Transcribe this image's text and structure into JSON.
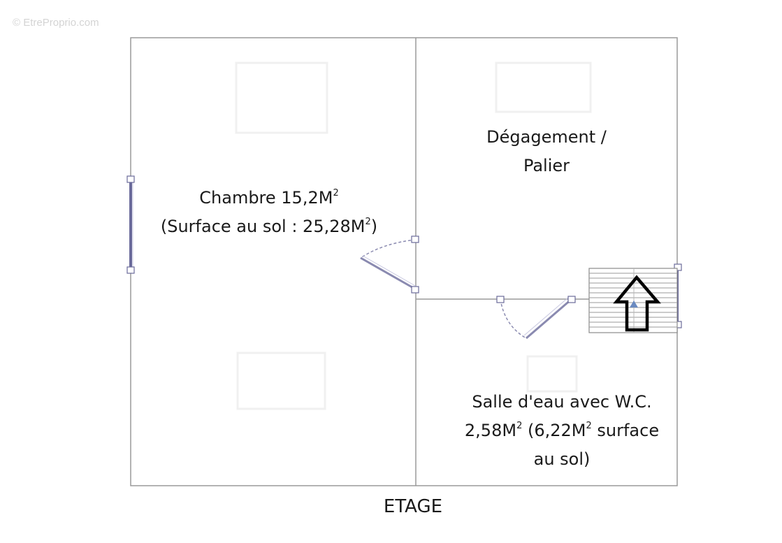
{
  "watermark": "© EtreProprio.com",
  "plan_title": "ETAGE",
  "rooms": {
    "chambre": {
      "line1": "Chambre 15,2M",
      "line1_sup": "2",
      "line2_prefix": "(Surface au sol : 25,28M",
      "line2_sup": "2",
      "line2_suffix": ")"
    },
    "degagement": {
      "line1": "Dégagement /",
      "line2": "Palier"
    },
    "salle_eau": {
      "line1": "Salle d'eau avec W.C.",
      "line2_a": "2,58M",
      "line2_a_sup": "2",
      "line2_b": " (6,22M",
      "line2_b_sup": "2",
      "line2_c": " surface",
      "line3": "au sol)"
    }
  },
  "icons": {
    "stairs_arrow": "up-arrow-icon"
  },
  "colors": {
    "wall": "#9a9a9a",
    "window": "#6a6a9a",
    "door": "#8a8ab0",
    "text": "#1a1a1a"
  }
}
